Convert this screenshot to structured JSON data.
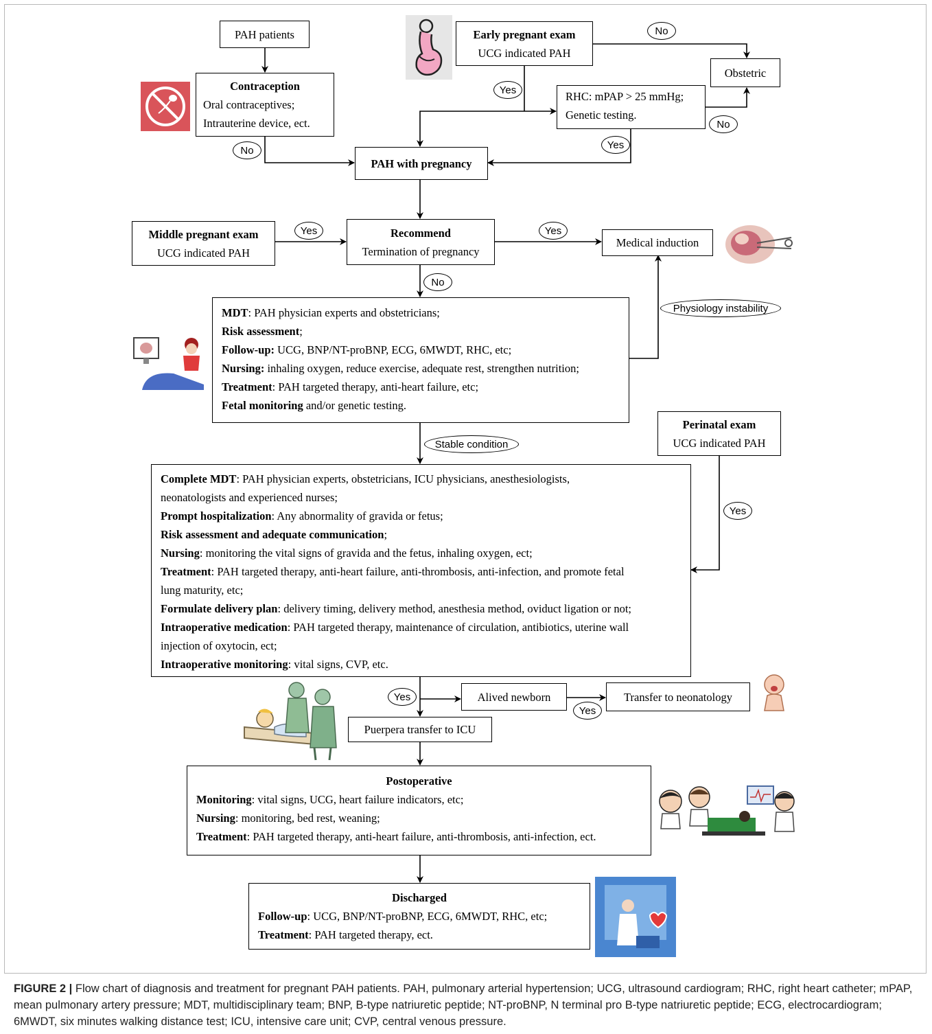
{
  "nodes": {
    "pah_patients": "PAH patients",
    "contraception": {
      "title": "Contraception",
      "lines": [
        "Oral contraceptives;",
        "Intrauterine device, ect."
      ]
    },
    "early_exam": {
      "title": "Early pregnant exam",
      "sub": "UCG indicated PAH"
    },
    "obstetric": "Obstetric",
    "rhc": {
      "lines": [
        "RHC: mPAP > 25 mmHg;",
        "Genetic testing."
      ]
    },
    "pah_pregnancy": "PAH with pregnancy",
    "middle_exam": {
      "title": "Middle  pregnant exam",
      "sub": "UCG indicated PAH"
    },
    "recommend": {
      "title": "Recommend",
      "sub": "Termination of pregnancy"
    },
    "medical_induction": "Medical induction",
    "mdt": [
      {
        "b": "MDT",
        "t": ": PAH physician experts and obstetricians;"
      },
      {
        "b": "Risk assessment",
        "t": ";"
      },
      {
        "b": "Follow-up:",
        "t": " UCG, BNP/NT-proBNP, ECG, 6MWDT, RHC, etc;"
      },
      {
        "b": "Nursing:",
        "t": " inhaling oxygen, reduce exercise, adequate rest, strengthen nutrition;"
      },
      {
        "b": "Treatment",
        "t": ": PAH targeted therapy, anti-heart failure, etc;"
      },
      {
        "b": "Fetal monitoring",
        "t": " and/or genetic testing."
      }
    ],
    "perinatal_exam": {
      "title": "Perinatal exam",
      "sub": "UCG indicated PAH"
    },
    "complete_mdt": [
      {
        "b": "Complete MDT",
        "t": ": PAH physician experts, obstetricians, ICU physicians, anesthesiologists,"
      },
      {
        "b": "",
        "t": "neonatologists and experienced nurses;"
      },
      {
        "b": "Prompt hospitalization",
        "t": ": Any abnormality of gravida or fetus;"
      },
      {
        "b": "Risk assessment and adequate communication",
        "t": ";"
      },
      {
        "b": "Nursing",
        "t": ": monitoring the vital signs of gravida and the fetus, inhaling oxygen, ect;"
      },
      {
        "b": "Treatment",
        "t": ": PAH targeted therapy, anti-heart failure, anti-thrombosis, anti-infection, and promote fetal"
      },
      {
        "b": "",
        "t": "lung maturity, etc;"
      },
      {
        "b": "Formulate delivery plan",
        "t": ": delivery timing, delivery method, anesthesia method, oviduct ligation or not;"
      },
      {
        "b": "Intraoperative medication",
        "t": ": PAH targeted therapy, maintenance of circulation, antibiotics, uterine wall"
      },
      {
        "b": "",
        "t": "injection of oxytocin, ect;"
      },
      {
        "b": "Intraoperative monitoring",
        "t": ": vital signs, CVP, etc."
      }
    ],
    "alived_newborn": "Alived newborn",
    "transfer_neonatology": "Transfer to neonatology",
    "puerpera_icu": "Puerpera transfer to ICU",
    "postoperative": {
      "title": "Postoperative",
      "lines": [
        {
          "b": "Monitoring",
          "t": ": vital signs, UCG, heart failure indicators, etc;"
        },
        {
          "b": "Nursing",
          "t": ": monitoring, bed rest, weaning;"
        },
        {
          "b": "Treatment",
          "t": ": PAH targeted therapy, anti-heart failure, anti-thrombosis, anti-infection, ect."
        }
      ]
    },
    "discharged": {
      "title": "Discharged",
      "lines": [
        {
          "b": "Follow-up",
          "t": ": UCG, BNP/NT-proBNP, ECG, 6MWDT, RHC, etc;"
        },
        {
          "b": "Treatment",
          "t": ": PAH targeted therapy, ect."
        }
      ]
    }
  },
  "edge_labels": {
    "no": "No",
    "yes": "Yes",
    "physiology_instability": "Physiology instability",
    "stable_condition": "Stable condition"
  },
  "caption": {
    "label": "FIGURE 2 |",
    "text": " Flow chart of diagnosis and treatment for pregnant PAH patients. PAH, pulmonary arterial hypertension; UCG, ultrasound cardiogram; RHC, right heart catheter; mPAP, mean pulmonary artery pressure; MDT, multidisciplinary team; BNP, B-type natriuretic peptide; NT-proBNP, N terminal pro B-type natriuretic peptide; ECG, electrocardiogram; 6MWDT, six minutes walking distance test; ICU, intensive care unit; CVP, central venous pressure."
  },
  "icons": [
    "contraception-icon",
    "pregnant-woman-icon",
    "induction-icon",
    "ultrasound-exam-icon",
    "surgery-icon",
    "newborn-icon",
    "icu-team-icon",
    "doctor-discharge-icon"
  ],
  "colors": {
    "contraception_bg": "#d9545a",
    "discharge_bg": "#4a86d0",
    "gown_green": "#7fb08a"
  }
}
